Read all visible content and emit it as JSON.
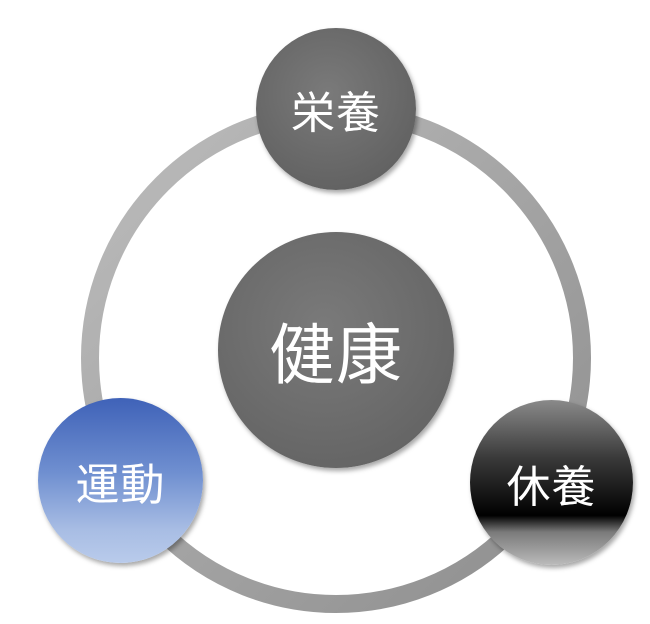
{
  "diagram": {
    "center": "健康",
    "nodes": [
      "栄養",
      "休養",
      "運動"
    ]
  }
}
